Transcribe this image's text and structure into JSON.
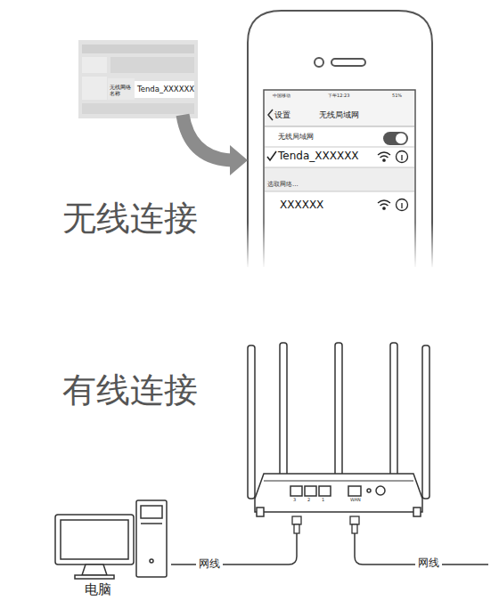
{
  "diagram": {
    "nodes": [
      {
        "text": [
          "无线网络名称",
          "Tenda_XXXXXX"
        ]
      },
      {
        "text": [
          "中国移动",
          "下午12:23",
          "51%",
          "设置",
          "无线局域网",
          "无线局域网",
          "Tenda_XXXXXX",
          "选取网络...",
          "XXXXXX"
        ]
      },
      {
        "text": [
          "电脑"
        ]
      },
      {
        "text": [
          "3",
          "2",
          "1",
          "WAN"
        ]
      }
    ],
    "edges": [
      {
        "from": 0,
        "to": 1,
        "arrow": "to"
      },
      {
        "from": 2,
        "to": 3,
        "label": "网线",
        "arrow": "none"
      }
    ],
    "labels": [
      "无线连接",
      "有线连接",
      "网线"
    ]
  }
}
